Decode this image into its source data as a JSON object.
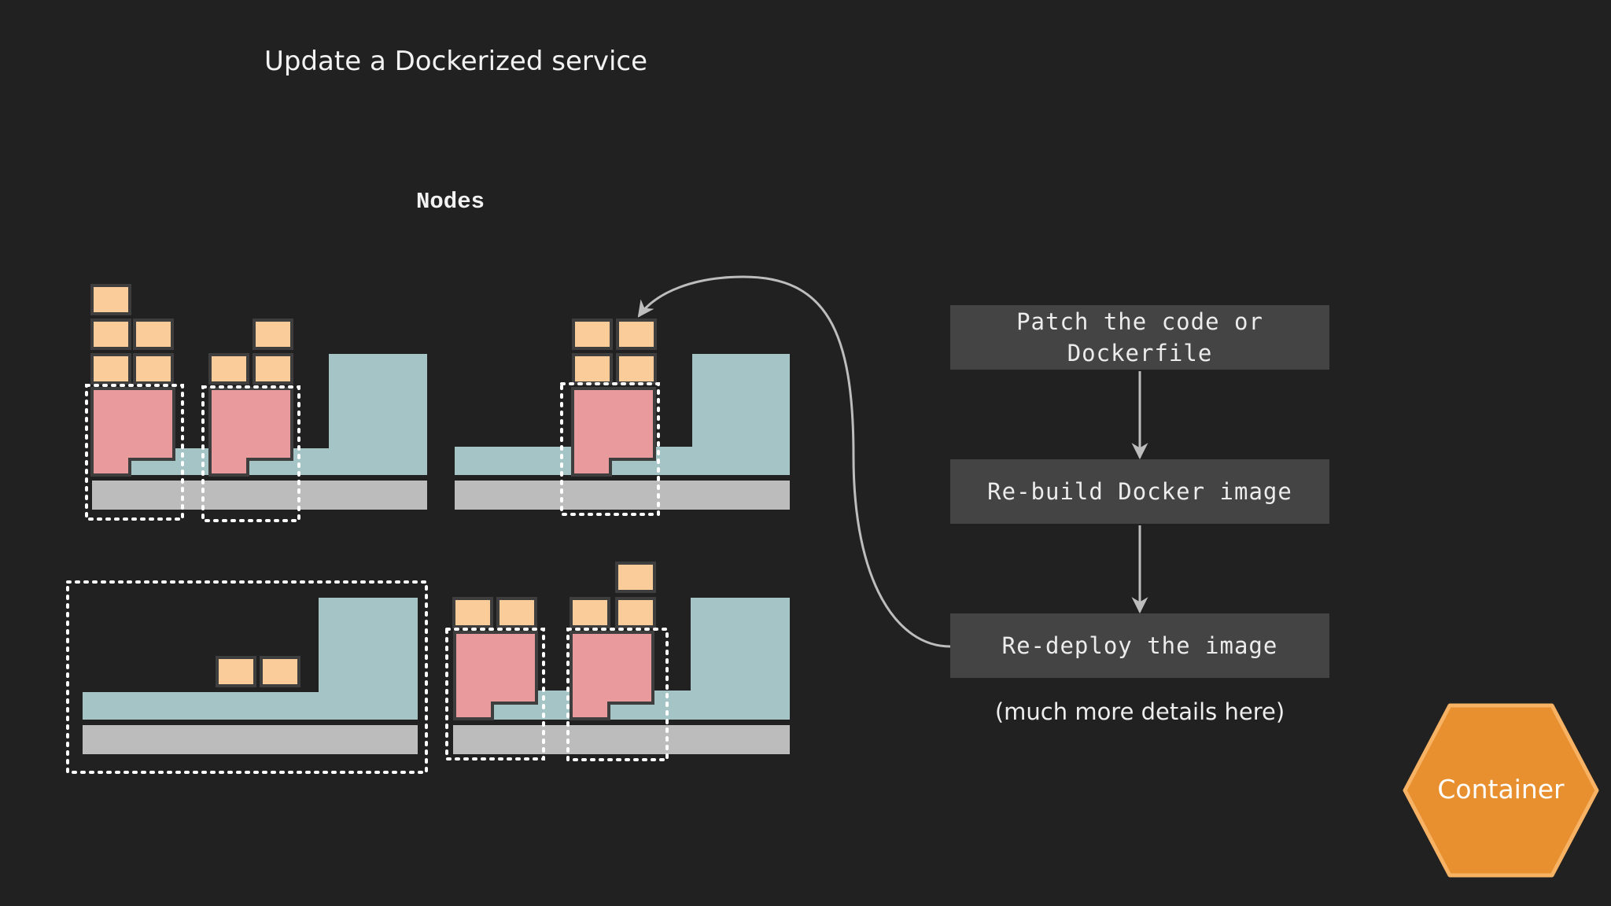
{
  "slide": {
    "title": "Update a Dockerized service",
    "nodes_label": "Nodes"
  },
  "steps": [
    {
      "label": "Patch the code or Dockerfile"
    },
    {
      "label": "Re-build Docker image"
    },
    {
      "label": "Re-deploy the image"
    }
  ],
  "note": "(much more details here)",
  "legend": {
    "label": "Container"
  },
  "colors": {
    "background": "#212121",
    "node_fill": "#a4c4c6",
    "node_base": "#bcbcbc",
    "service_block": "#e89a9c",
    "container_block": "#f9cc99",
    "legend_hex": "#e8902f",
    "step_box": "#444444"
  }
}
